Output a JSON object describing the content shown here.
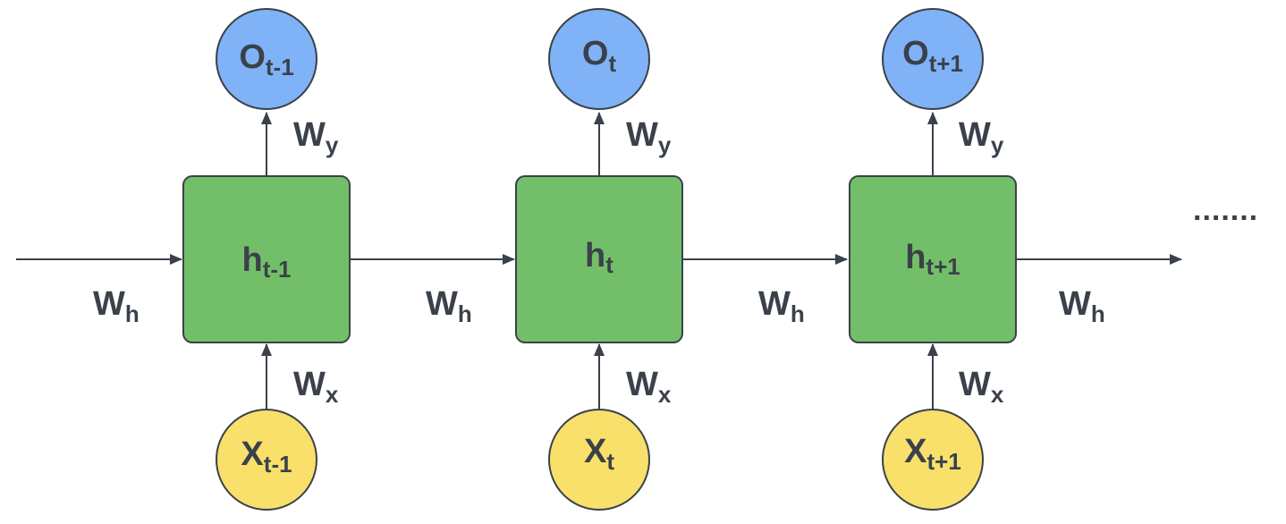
{
  "colors": {
    "hidden_fill": "#73bf69",
    "output_fill": "#7fb2f7",
    "input_fill": "#f8e06a",
    "stroke": "#3a414a",
    "text": "#3a414a"
  },
  "steps": [
    {
      "hidden": {
        "main": "h",
        "sub": "t-1"
      },
      "output": {
        "main": "O",
        "sub": "t-1"
      },
      "input": {
        "main": "X",
        "sub": "t-1"
      },
      "wy": {
        "main": "W",
        "sub": "y"
      },
      "wx": {
        "main": "W",
        "sub": "x"
      },
      "wh_in": {
        "main": "W",
        "sub": "h"
      }
    },
    {
      "hidden": {
        "main": "h",
        "sub": "t"
      },
      "output": {
        "main": "O",
        "sub": "t"
      },
      "input": {
        "main": "X",
        "sub": "t"
      },
      "wy": {
        "main": "W",
        "sub": "y"
      },
      "wx": {
        "main": "W",
        "sub": "x"
      },
      "wh_in": {
        "main": "W",
        "sub": "h"
      }
    },
    {
      "hidden": {
        "main": "h",
        "sub": "t+1"
      },
      "output": {
        "main": "O",
        "sub": "t+1"
      },
      "input": {
        "main": "X",
        "sub": "t+1"
      },
      "wy": {
        "main": "W",
        "sub": "y"
      },
      "wx": {
        "main": "W",
        "sub": "x"
      },
      "wh_in": {
        "main": "W",
        "sub": "h"
      }
    }
  ],
  "wh_out": {
    "main": "W",
    "sub": "h"
  },
  "ellipsis": "......."
}
